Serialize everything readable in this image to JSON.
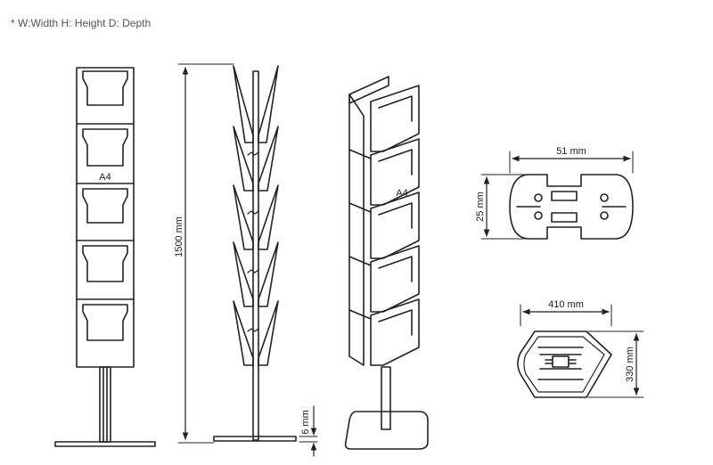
{
  "note": "* W:Width H: Height D: Depth",
  "labels": {
    "paper_front": "A4",
    "paper_angled": "A4",
    "height": "1500 mm",
    "base_thickness": "6 mm",
    "profile_width": "51 mm",
    "profile_height": "25 mm",
    "base_width": "410 mm",
    "base_depth": "330 mm"
  }
}
